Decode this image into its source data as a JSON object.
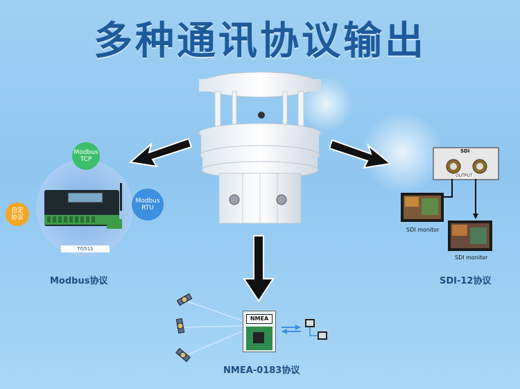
{
  "title": "多种通讯协议输出",
  "captions": {
    "modbus": "Modbus协议",
    "sdi": "SDI-12协议",
    "nmea": "NMEA-0183协议"
  },
  "bubbles": {
    "tcp": "Modbus\nTCP",
    "rtu": "Modbus\nRTU",
    "custom": "自定\n协议"
  },
  "device_label": "TG511",
  "sdi_box": {
    "title": "SDI",
    "output": "OUTPUT"
  },
  "monitor_label": "SDI monitor",
  "nmea_chip": "NMEA",
  "colors": {
    "title": "#1f5a9b",
    "bubble_green": "#3cbf6a",
    "bubble_blue": "#3d8fe0",
    "bubble_orange": "#f5a623"
  }
}
